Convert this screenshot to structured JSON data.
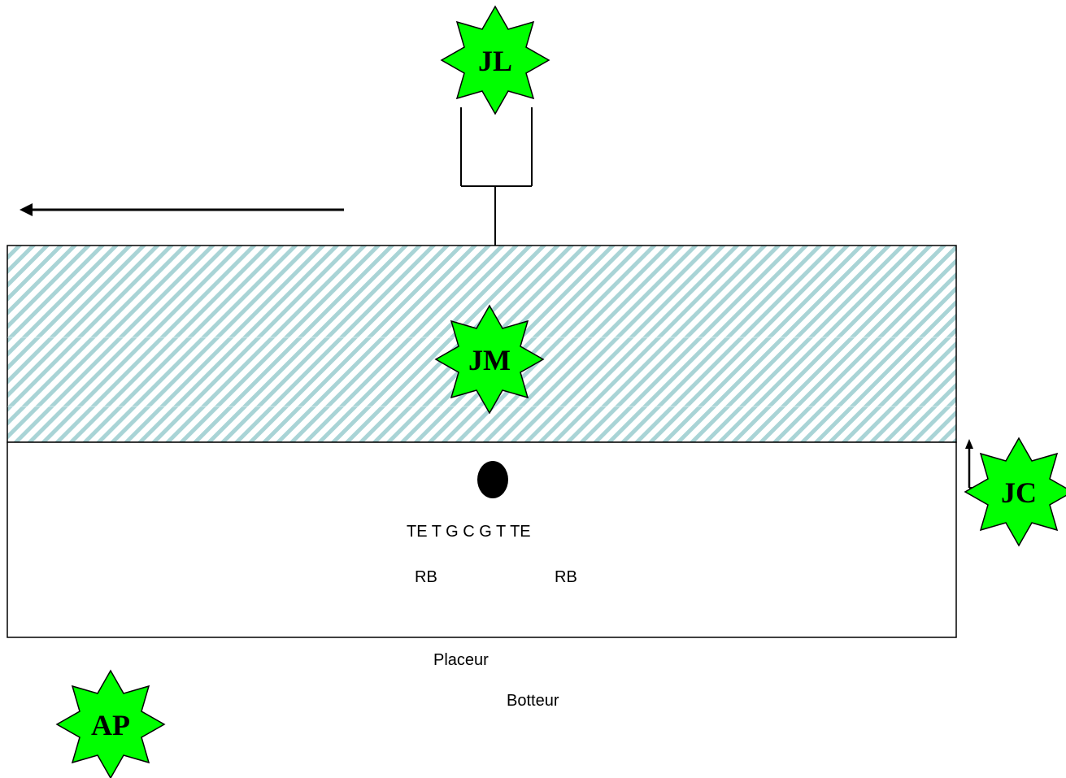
{
  "colors": {
    "star_fill": "#00ff00",
    "star_stroke": "#000000",
    "zone_stripe": "#a9d4d6",
    "line": "#000000"
  },
  "direction_arrow": {
    "icon": "left-arrow-icon",
    "meaning": "direction of play"
  },
  "officials": {
    "jl": {
      "label": "JL",
      "icon": "eight-point-star-icon"
    },
    "jm": {
      "label": "JM",
      "icon": "eight-point-star-icon"
    },
    "jc": {
      "label": "JC",
      "icon": "eight-point-star-icon"
    },
    "ap": {
      "label": "AP",
      "icon": "eight-point-star-icon"
    }
  },
  "formation": {
    "line_text": "TE T G C G T TE",
    "rb_left": "RB",
    "rb_right": "RB",
    "placeur": "Placeur",
    "botteur": "Botteur"
  }
}
